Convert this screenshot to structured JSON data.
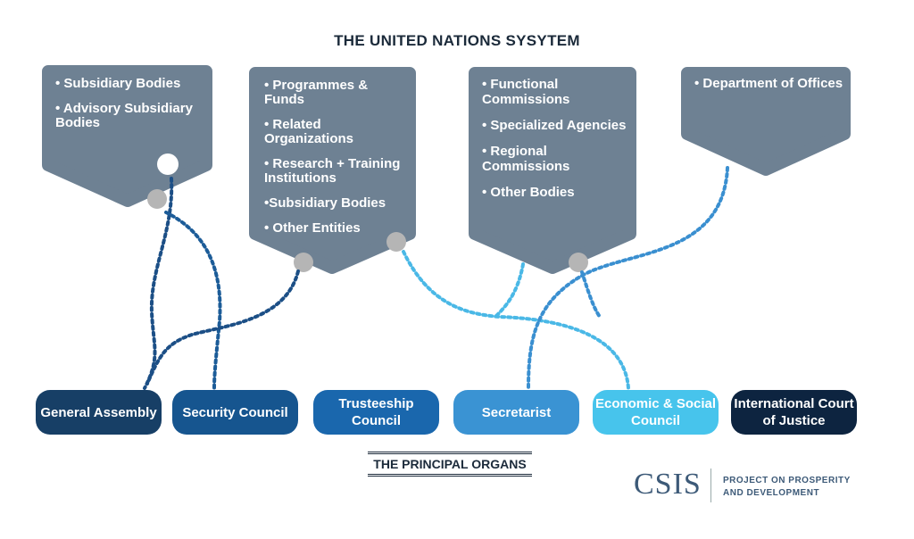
{
  "title": "THE UNITED NATIONS SYSYTEM",
  "groups": [
    {
      "items": [
        "• Subsidiary Bodies",
        "• Advisory Subsidiary Bodies"
      ]
    },
    {
      "items": [
        "• Programmes & Funds",
        "• Related Organizations",
        "• Research + Training Institutions",
        "•Subsidiary Bodies",
        "• Other Entities"
      ]
    },
    {
      "items": [
        "• Functional Commissions",
        "• Specialized Agencies",
        "• Regional Commissions",
        "• Other Bodies"
      ]
    },
    {
      "items": [
        "• Department of Offices"
      ]
    }
  ],
  "organs": [
    {
      "label": "General Assembly",
      "color": "#173f66"
    },
    {
      "label": "Security Council",
      "color": "#16558f"
    },
    {
      "label": "Trusteeship Council",
      "color": "#1a67ad"
    },
    {
      "label": "Secretarist",
      "color": "#3a93d3"
    },
    {
      "label": "Economic & Social Council",
      "color": "#47c4ec"
    },
    {
      "label": "International Court of Justice",
      "color": "#0d2440"
    }
  ],
  "subtitle": "THE PRINCIPAL ORGANS",
  "logo": {
    "name": "CSIS",
    "line1": "PROJECT ON PROSPERITY",
    "line2": "AND DEVELOPMENT"
  }
}
